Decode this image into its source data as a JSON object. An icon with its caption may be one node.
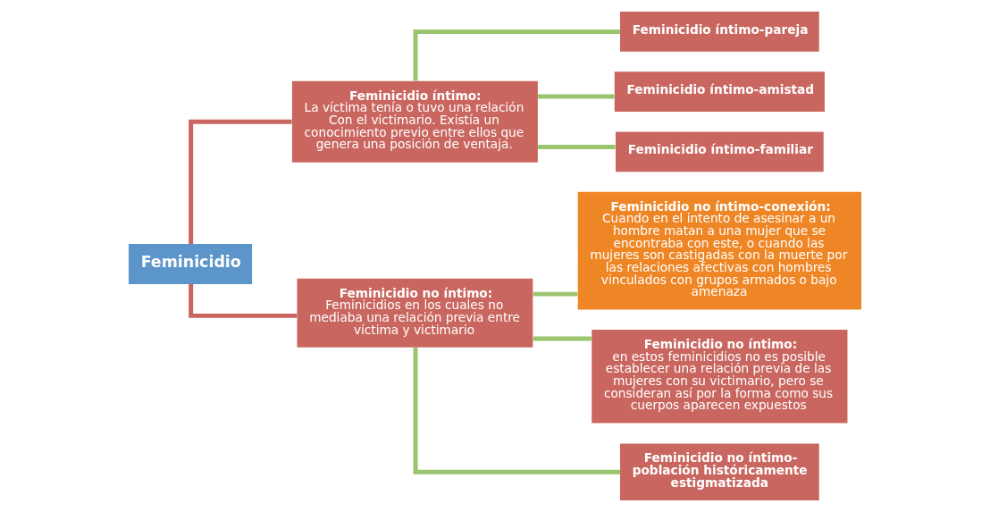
{
  "diagram": {
    "nodes": [
      {
        "text": [
          "Feminicidio"
        ]
      },
      {
        "text": [
          "Feminicidio íntimo:",
          "La víctima tenía o tuvo una relación Con el victimario. Existía un conocimiento previo entre ellos que genera una posición de ventaja."
        ]
      },
      {
        "text": [
          "Feminicidio íntimo-pareja"
        ]
      },
      {
        "text": [
          "Feminicidio íntimo-amistad"
        ]
      },
      {
        "text": [
          "Feminicidio íntimo-familiar"
        ]
      },
      {
        "text": [
          "Feminicidio no íntimo-conexión:",
          "Cuando en el intento de asesinar a un hombre matan a una mujer que se encontraba con este, o cuando las mujeres son castigadas con la muerte por las relaciones afectivas con hombres vinculados con grupos armados o bajo amenaza"
        ]
      },
      {
        "text": [
          "Feminicidio no íntimo:",
          "Feminicidios en los cuales no mediaba una relación previa entre víctima y victimario"
        ]
      },
      {
        "text": [
          "Feminicidio no íntimo:",
          "en estos feminicidios no es posible establecer una relación previa de las mujeres con su victimario, pero se consideran así por la forma como sus cuerpos aparecen expuestos"
        ]
      },
      {
        "text": [
          "Feminicidio no íntimo-población históricamente estigmatizada"
        ]
      }
    ],
    "edges": [
      {
        "from": 0,
        "to": 1,
        "arrow": "none",
        "color": "#c9665f"
      },
      {
        "from": 0,
        "to": 6,
        "arrow": "none",
        "color": "#c9665f"
      },
      {
        "from": 1,
        "to": 2,
        "arrow": "none"
      },
      {
        "from": 1,
        "to": 3,
        "arrow": "none"
      },
      {
        "from": 1,
        "to": 4,
        "arrow": "none"
      },
      {
        "from": 6,
        "to": 5,
        "arrow": "none"
      },
      {
        "from": 6,
        "to": 7,
        "arrow": "none"
      },
      {
        "from": 6,
        "to": 8,
        "arrow": "none"
      }
    ]
  }
}
